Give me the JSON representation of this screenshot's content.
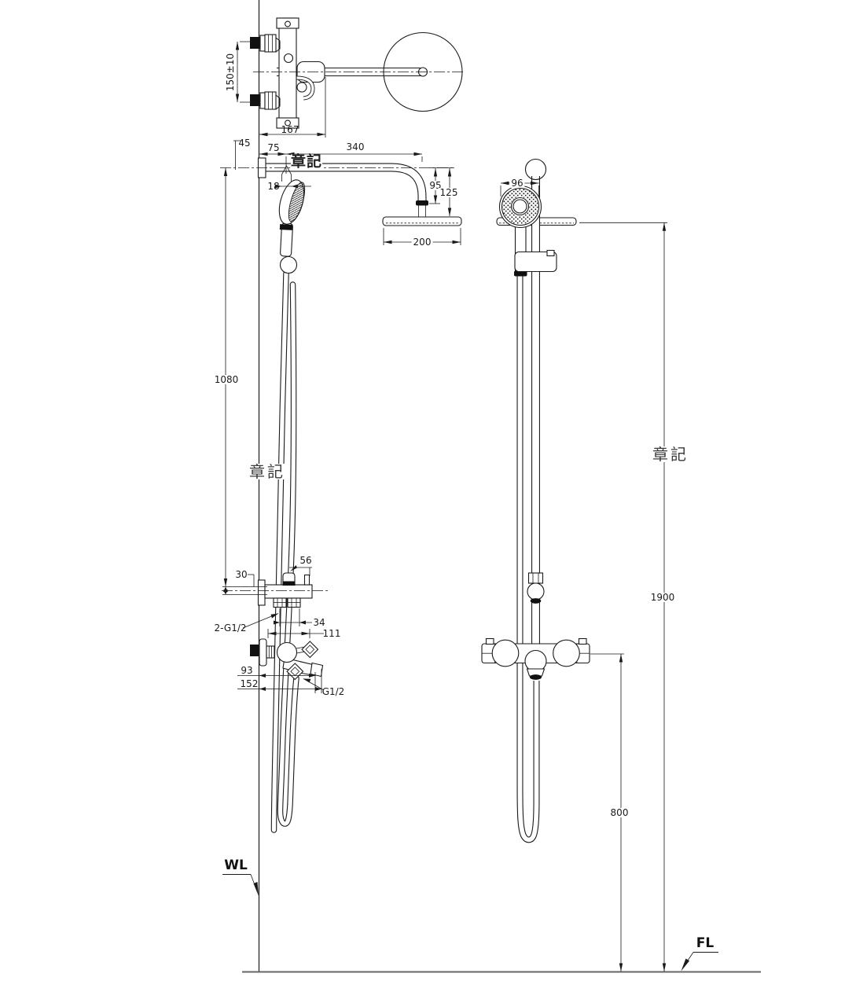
{
  "drawing": {
    "brand_marks": {
      "arm": "章記",
      "column": "章記",
      "overall": "章記"
    },
    "reference_lines": {
      "wall": "WL",
      "floor": "FL"
    },
    "plan_view": {
      "inlet_spacing": "150±10",
      "valve_depth": "167"
    },
    "side_view": {
      "wall_offset": "45",
      "handshower_offset": "75",
      "arm_reach": "340",
      "branch_pipe": "18",
      "head_drop_inner": "95",
      "head_drop_outer": "125",
      "rainhead_diameter": "200",
      "column_length": "1080",
      "inlet_offset": "30",
      "diverter_width": "56",
      "port_spacing": "34",
      "valve_length": "111",
      "inlet_thread": "2-G1/2",
      "spout_reach": "93",
      "spout_overall": "152",
      "hose_thread": "G1/2"
    },
    "front_view": {
      "handshower_diameter": "96",
      "overall_height": "1900",
      "valve_height": "800"
    }
  }
}
